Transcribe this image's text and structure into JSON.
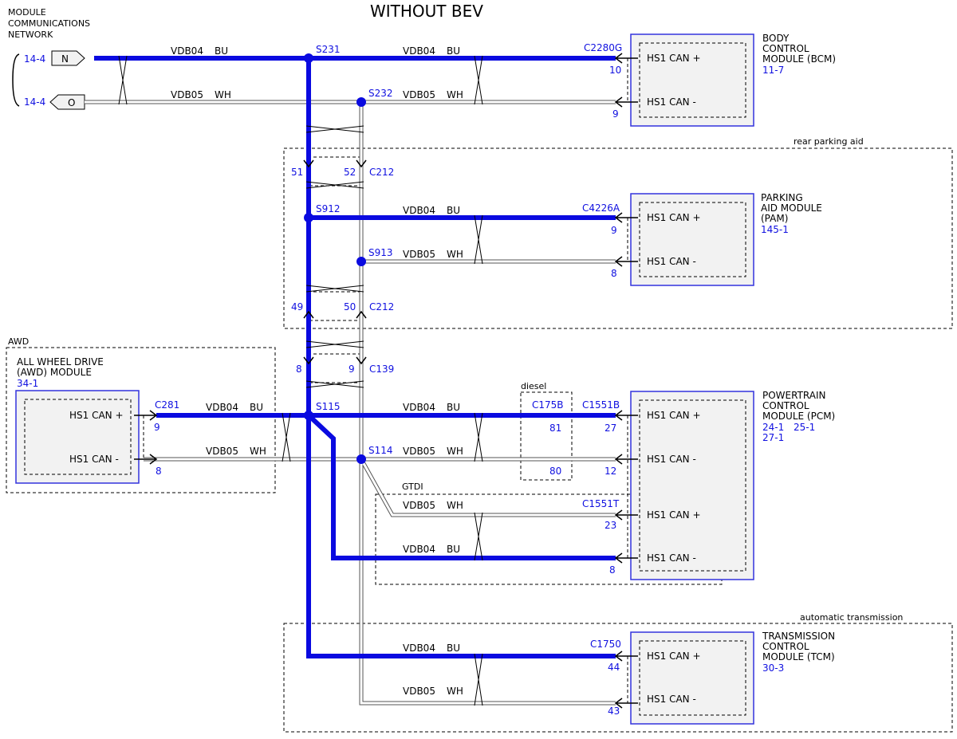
{
  "title": "WITHOUT BEV",
  "network": {
    "label_lines": [
      "MODULE",
      "COMMUNICATIONS",
      "NETWORK"
    ],
    "refs": [
      {
        "ref": "14-4",
        "connector": "N"
      },
      {
        "ref": "14-4",
        "connector": "O"
      }
    ]
  },
  "wires": {
    "bu_name": "VDB04",
    "bu_color": "BU",
    "wh_name": "VDB05",
    "wh_color": "WH",
    "blue_hex": "#0a0ae0"
  },
  "splices": {
    "s231": "S231",
    "s232": "S232",
    "s912": "S912",
    "s913": "S913",
    "s115": "S115",
    "s114": "S114"
  },
  "connectors": {
    "c212": "C212",
    "c139": "C139",
    "pin_51": "51",
    "pin_52": "52",
    "pin_49": "49",
    "pin_50": "50",
    "pin_8": "8",
    "pin_9": "9"
  },
  "zones": {
    "rear_parking_aid": "rear parking aid",
    "awd": "AWD",
    "diesel": "diesel",
    "gtdi": "GTDI",
    "automatic_transmission": "automatic transmission"
  },
  "pin_label_plus": "HS1 CAN +",
  "pin_label_minus": "HS1 CAN -",
  "modules": {
    "bcm": {
      "name_lines": [
        "BODY",
        "CONTROL",
        "MODULE (BCM)"
      ],
      "ref": "11-7",
      "connector": "C2280G",
      "pin_plus": "10",
      "pin_minus": "9"
    },
    "pam": {
      "name_lines": [
        "PARKING",
        "AID MODULE",
        "(PAM)"
      ],
      "ref": "145-1",
      "connector": "C4226A",
      "pin_plus": "9",
      "pin_minus": "8"
    },
    "awd": {
      "name_lines": [
        "ALL WHEEL DRIVE",
        "(AWD) MODULE"
      ],
      "ref": "34-1",
      "connector": "C281",
      "pin_plus": "9",
      "pin_minus": "8"
    },
    "pcm": {
      "name_lines": [
        "POWERTRAIN",
        "CONTROL",
        "MODULE (PCM)"
      ],
      "refs": [
        "24-1",
        "25-1",
        "27-1"
      ],
      "connector": "C1551B",
      "pin_plus": "27",
      "pin_minus": "12",
      "gtdi_connector": "C1551T",
      "gtdi_pin_plus": "23",
      "gtdi_pin_minus": "8"
    },
    "tcm": {
      "name_lines": [
        "TRANSMISSION",
        "CONTROL",
        "MODULE (TCM)"
      ],
      "ref": "30-3",
      "connector": "C1750",
      "pin_plus": "44",
      "pin_minus": "43"
    }
  },
  "diesel_connector": {
    "name": "C175B",
    "pin_a": "81",
    "pin_b": "80"
  }
}
